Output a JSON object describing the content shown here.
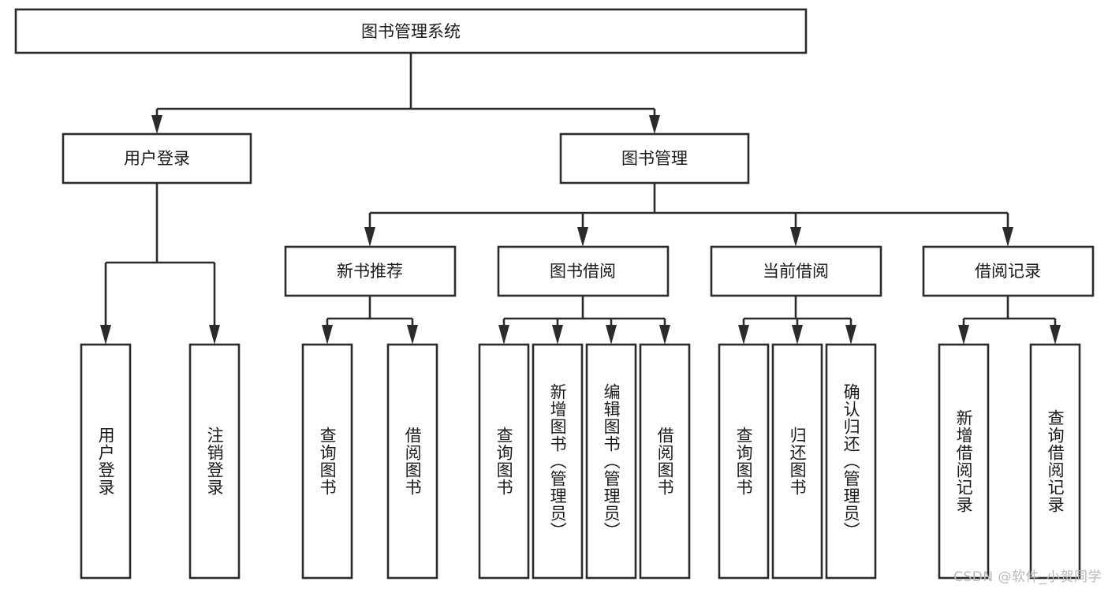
{
  "diagram": {
    "type": "tree-hierarchy",
    "title": "图书管理系统",
    "orientation": "top-down",
    "watermark": "CSDN @软件_小贺同学",
    "colors": {
      "box_stroke": "#2b2b2b",
      "box_fill": "#ffffff",
      "connector": "#2b2b2b",
      "text": "#1b1b1b",
      "watermark": "#b9b9b9",
      "background": "#ffffff"
    },
    "root": {
      "label": "图书管理系统"
    },
    "level2": [
      {
        "label": "用户登录"
      },
      {
        "label": "图书管理"
      }
    ],
    "level3": [
      {
        "label": "新书推荐"
      },
      {
        "label": "图书借阅"
      },
      {
        "label": "当前借阅"
      },
      {
        "label": "借阅记录"
      }
    ],
    "leaves": {
      "user_login": [
        {
          "label": "用户登录"
        },
        {
          "label": "注销登录"
        }
      ],
      "new_book_recommend": [
        {
          "label": "查询图书"
        },
        {
          "label": "借阅图书"
        }
      ],
      "book_borrow": [
        {
          "label": "查询图书"
        },
        {
          "label": "新增图书（管理员）"
        },
        {
          "label": "编辑图书（管理员）"
        },
        {
          "label": "借阅图书"
        }
      ],
      "current_borrow": [
        {
          "label": "查询图书"
        },
        {
          "label": "归还图书"
        },
        {
          "label": "确认归还（管理员）"
        }
      ],
      "borrow_records": [
        {
          "label": "新增借阅记录"
        },
        {
          "label": "查询借阅记录"
        }
      ]
    }
  }
}
